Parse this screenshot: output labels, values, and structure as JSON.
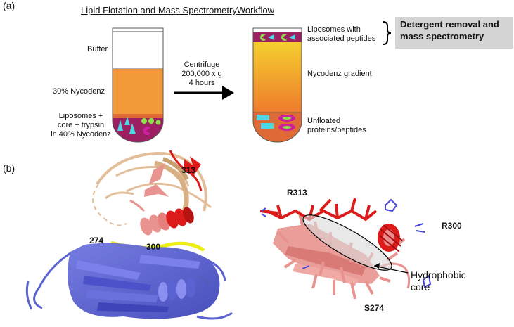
{
  "panel_a": {
    "label": "(a)",
    "title": "Lipid Flotation and Mass SpectrometryWorkflow",
    "left_tube": {
      "buffer": "Buffer",
      "nycodenz": "30% Nycodenz",
      "bottom": [
        "Liposomes +",
        "core + trypsin",
        "in 40% Nycodenz"
      ]
    },
    "centrifuge": [
      "Centrifuge",
      "200,000 x g",
      "4 hours"
    ],
    "right_tube": {
      "top": [
        "Liposomes with",
        "associated peptides"
      ],
      "gradient": "Nycodenz gradient",
      "bottom": [
        "Unfloated",
        "proteins/peptides"
      ]
    },
    "ms_box": [
      "Detergent removal and",
      "mass spectrometry"
    ]
  },
  "panel_b": {
    "label": "(b)",
    "left_structure_labels": {
      "r313": "313",
      "r274": "274",
      "r300": "300"
    },
    "right_structure_labels": {
      "r313": "R313",
      "r300": "R300",
      "s274": "S274"
    },
    "hydrophobic_core": [
      "Hydrophobic",
      "core"
    ]
  },
  "colors": {
    "buffer": "#ffffff",
    "nycodenz_orange": "#f29a3a",
    "gradient_top": "#f5cf30",
    "gradient_bottom": "#ee7a2c",
    "liposome_band": "#9c1f62",
    "pellet": "#e06a36",
    "shape_cyan": "#4fd6e6",
    "shape_green": "#8ee04a",
    "shape_magenta": "#cc1fa0",
    "helix_blue": "#5b62d2",
    "strand_tan": "#e2bf9a",
    "salmon": "#e8938f",
    "red": "#dd1b1b",
    "yellow": "#ecec16",
    "ms_box": "#d4d4d4"
  }
}
